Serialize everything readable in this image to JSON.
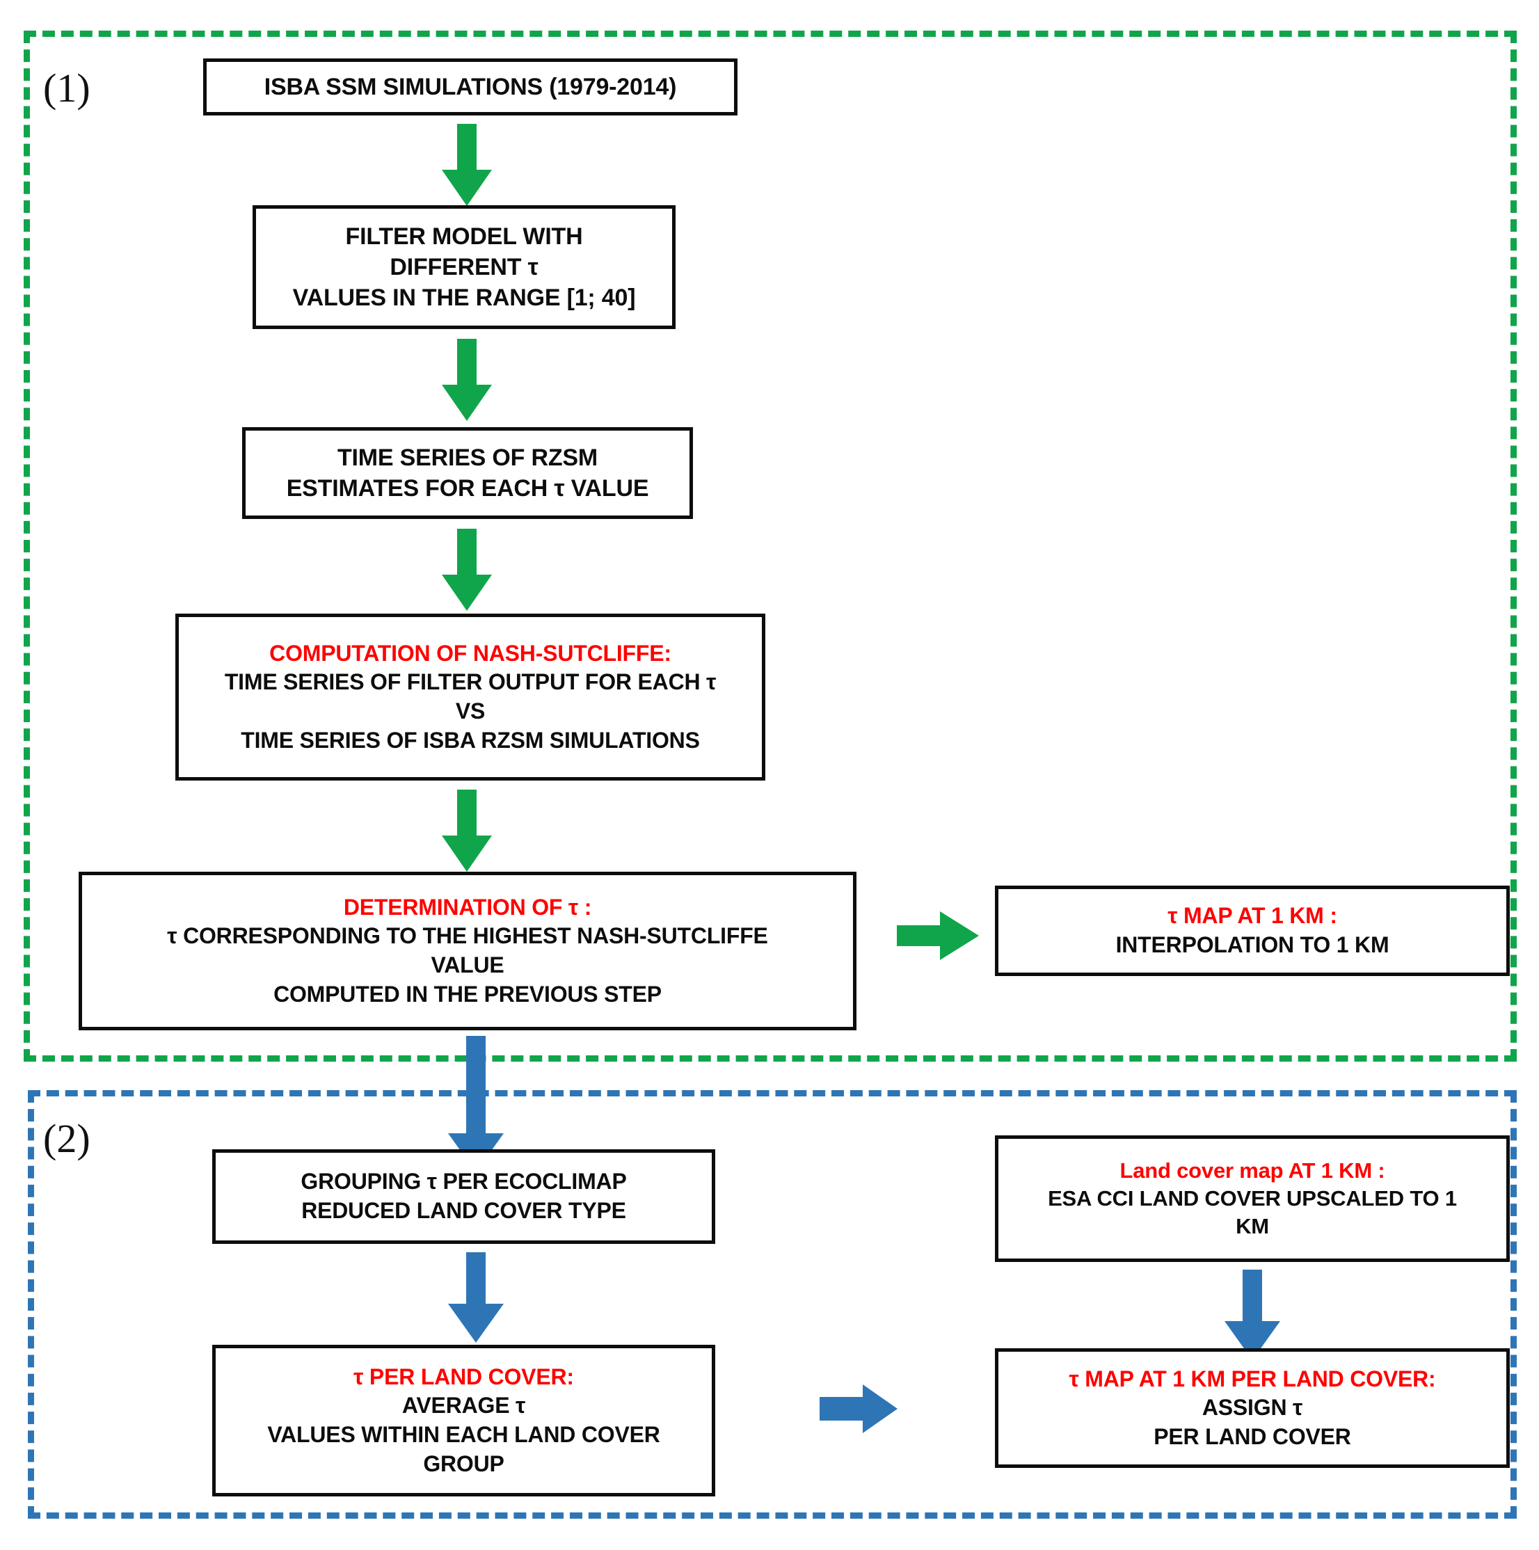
{
  "figure": {
    "type": "flowchart",
    "colors": {
      "green": "#10A54A",
      "blue": "#2E75B6",
      "red": "#FF0000",
      "black": "#0D0D0D",
      "background": "#FFFFFF"
    }
  },
  "sections": [
    {
      "id": "section-1",
      "label": "(1)",
      "frame_color": "#10A54A",
      "frame_style": "dashed"
    },
    {
      "id": "section-2",
      "label": "(2)",
      "frame_color": "#2E75B6",
      "frame_style": "dashed"
    }
  ],
  "section1": {
    "box_isba": {
      "lines": [
        {
          "text": "ISBA SSM SIMULATIONS (1979-2014)",
          "color": "black"
        }
      ]
    },
    "box_filter": {
      "lines": [
        {
          "text": "FILTER MODEL WITH",
          "color": "black"
        },
        {
          "text": "DIFFERENT τ",
          "color": "black"
        },
        {
          "text": "VALUES IN THE RANGE  [1; 40]",
          "color": "black"
        }
      ]
    },
    "box_timeseries": {
      "lines": [
        {
          "text": "TIME SERIES OF RZSM",
          "color": "black"
        },
        {
          "text": "ESTIMATES FOR EACH τ VALUE",
          "color": "black"
        }
      ]
    },
    "box_nash": {
      "lines": [
        {
          "text": "COMPUTATION OF NASH-SUTCLIFFE:",
          "color": "red"
        },
        {
          "text": "TIME SERIES OF FILTER OUTPUT FOR EACH τ",
          "color": "black"
        },
        {
          "text": "VS",
          "color": "black"
        },
        {
          "text": "TIME SERIES OF ISBA RZSM SIMULATIONS",
          "color": "black"
        }
      ]
    },
    "box_determination": {
      "lines": [
        {
          "text": "DETERMINATION OF τ :",
          "color": "red"
        },
        {
          "text": "τ CORRESPONDING TO THE HIGHEST NASH-SUTCLIFFE",
          "color": "black"
        },
        {
          "text": "VALUE",
          "color": "black"
        },
        {
          "text": "COMPUTED IN THE PREVIOUS STEP",
          "color": "black"
        }
      ]
    },
    "box_taumap": {
      "lines": [
        {
          "text": "τ MAP AT 1 KM :",
          "color": "red"
        },
        {
          "text": "INTERPOLATION TO 1 KM",
          "color": "black"
        }
      ]
    }
  },
  "section2": {
    "box_grouping": {
      "lines": [
        {
          "text": "GROUPING τ PER ECOCLIMAP",
          "color": "black"
        },
        {
          "text": "REDUCED  LAND COVER TYPE",
          "color": "black"
        }
      ]
    },
    "box_landcovermap": {
      "lines": [
        {
          "text": "Land cover map AT 1 KM :",
          "color": "red"
        },
        {
          "text": "ESA CCI LAND COVER UPSCALED TO 1",
          "color": "black"
        },
        {
          "text": "KM",
          "color": "black"
        }
      ]
    },
    "box_tauperlandcover": {
      "lines": [
        {
          "text": "τ PER LAND COVER:",
          "color": "red"
        },
        {
          "text": "AVERAGE τ",
          "color": "black"
        },
        {
          "text": "VALUES WITHIN EACH LAND COVER",
          "color": "black"
        },
        {
          "text": "GROUP",
          "color": "black"
        }
      ]
    },
    "box_taumapperlandcover": {
      "lines": [
        {
          "text": "τ MAP AT 1 KM PER LAND COVER:",
          "color": "red"
        },
        {
          "text": "ASSIGN τ",
          "color": "black"
        },
        {
          "text": "PER LAND COVER",
          "color": "black"
        }
      ]
    }
  },
  "arrows": [
    {
      "name": "arrow-isba-to-filter",
      "direction": "down",
      "color": "#10A54A"
    },
    {
      "name": "arrow-filter-to-timeseries",
      "direction": "down",
      "color": "#10A54A"
    },
    {
      "name": "arrow-timeseries-to-nash",
      "direction": "down",
      "color": "#10A54A"
    },
    {
      "name": "arrow-nash-to-determination",
      "direction": "down",
      "color": "#10A54A"
    },
    {
      "name": "arrow-determination-to-taumap",
      "direction": "right",
      "color": "#10A54A"
    },
    {
      "name": "arrow-determination-to-grouping",
      "direction": "down",
      "color": "#2E75B6"
    },
    {
      "name": "arrow-grouping-to-tauperlandcover",
      "direction": "down",
      "color": "#2E75B6"
    },
    {
      "name": "arrow-landcovermap-to-taumapperlandcover",
      "direction": "down",
      "color": "#2E75B6"
    },
    {
      "name": "arrow-tauperlandcover-to-taumapperlandcover",
      "direction": "right",
      "color": "#2E75B6"
    }
  ]
}
